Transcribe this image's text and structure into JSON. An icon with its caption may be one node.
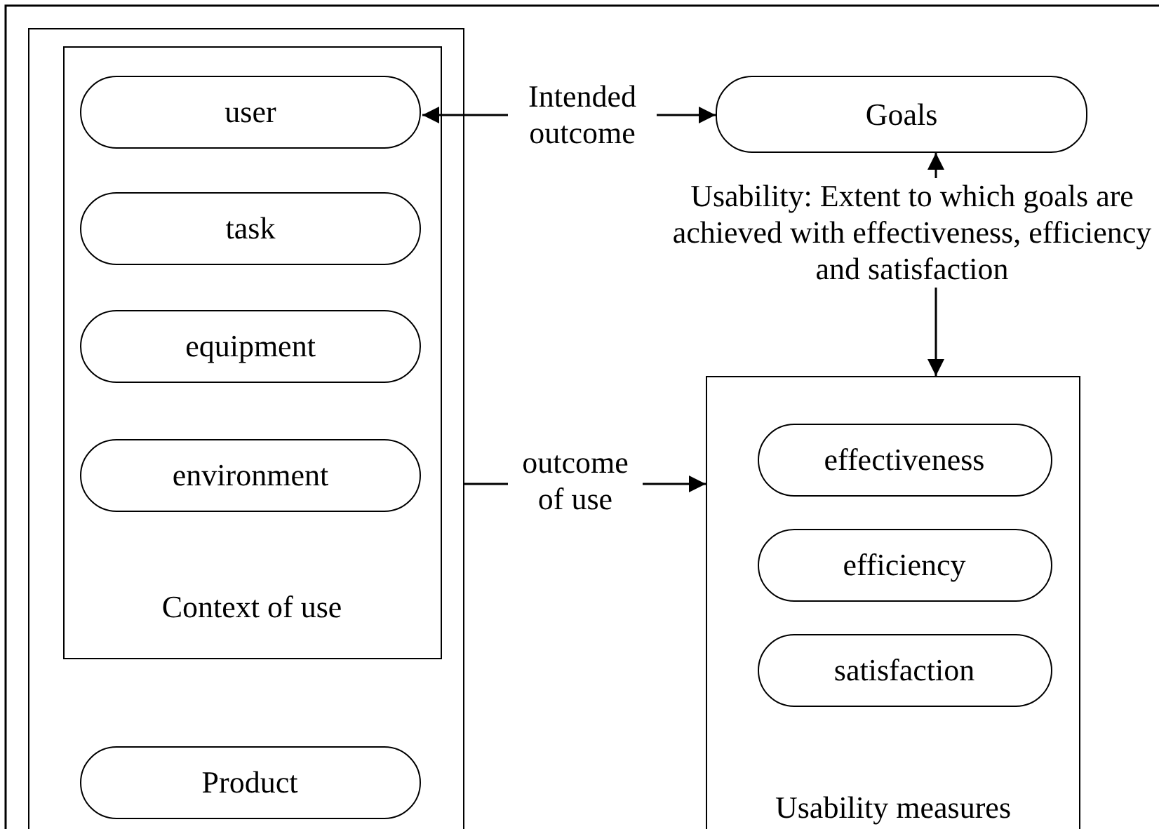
{
  "diagram": {
    "nodes": [
      {
        "text": [],
        "shape": "box"
      },
      {
        "text": [
          "Context of use"
        ],
        "in": 0
      },
      {
        "text": [
          "user"
        ],
        "in": 1
      },
      {
        "text": [
          "task"
        ],
        "in": 1
      },
      {
        "text": [
          "equipment"
        ],
        "in": 1
      },
      {
        "text": [
          "environment"
        ],
        "in": 1
      },
      {
        "text": [
          "Product"
        ],
        "in": 0
      },
      {
        "text": [
          "Goals"
        ]
      },
      {
        "text": [
          "Usability measures"
        ]
      },
      {
        "text": [
          "effectiveness"
        ],
        "in": 8
      },
      {
        "text": [
          "efficiency"
        ],
        "in": 8
      },
      {
        "text": [
          "satisfaction"
        ],
        "in": 8
      }
    ],
    "edges": [
      {
        "from": 2,
        "to": 7,
        "arrow": "both",
        "label": "Intended outcome"
      },
      {
        "from": 7,
        "to": 8,
        "arrow": "both",
        "label": "Usability: Extent to which goals are achieved with effectiveness, efficiency and satisfaction"
      },
      {
        "from": 0,
        "to": 8,
        "arrow": "to",
        "label": "outcome of use"
      }
    ]
  }
}
